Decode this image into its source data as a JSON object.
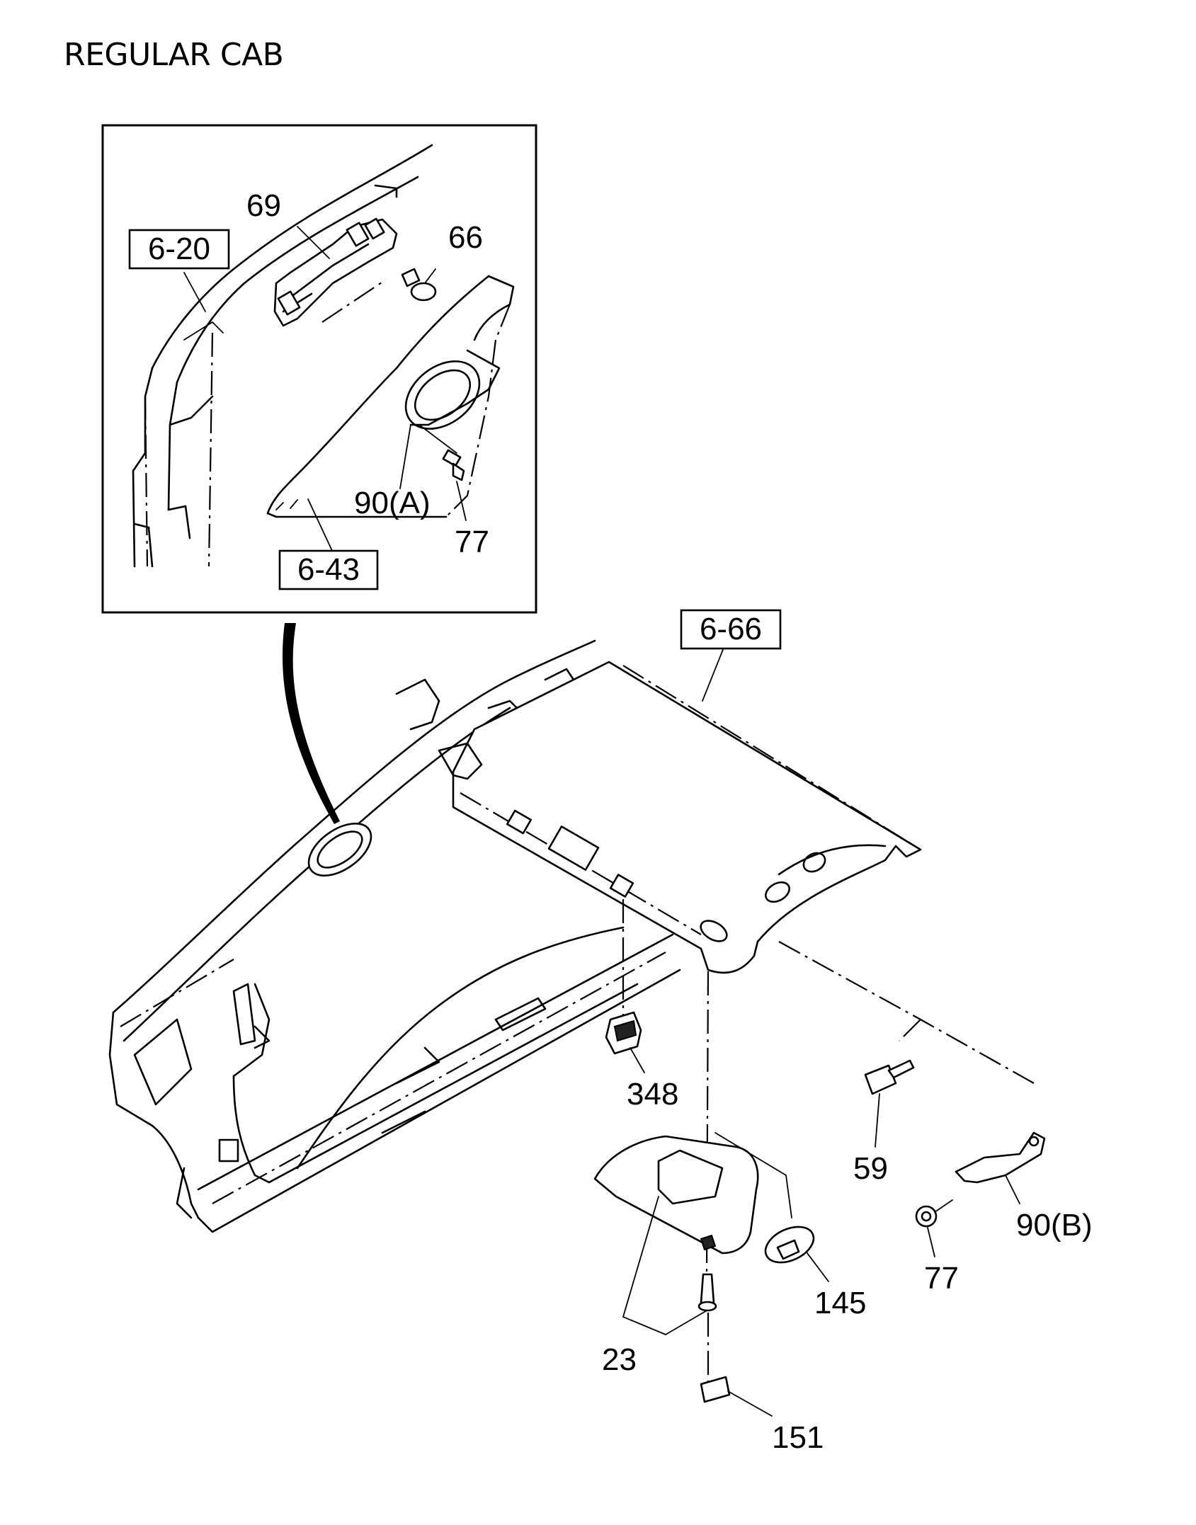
{
  "title": "REGULAR CAB",
  "callouts": {
    "c69": "69",
    "c66": "66",
    "c90a": "90(A)",
    "c77a": "77",
    "c348": "348",
    "c59": "59",
    "c90b": "90(B)",
    "c77b": "77",
    "c145": "145",
    "c23": "23",
    "c151": "151"
  },
  "references": {
    "r620": "6-20",
    "r643": "6-43",
    "r666": "6-66"
  }
}
